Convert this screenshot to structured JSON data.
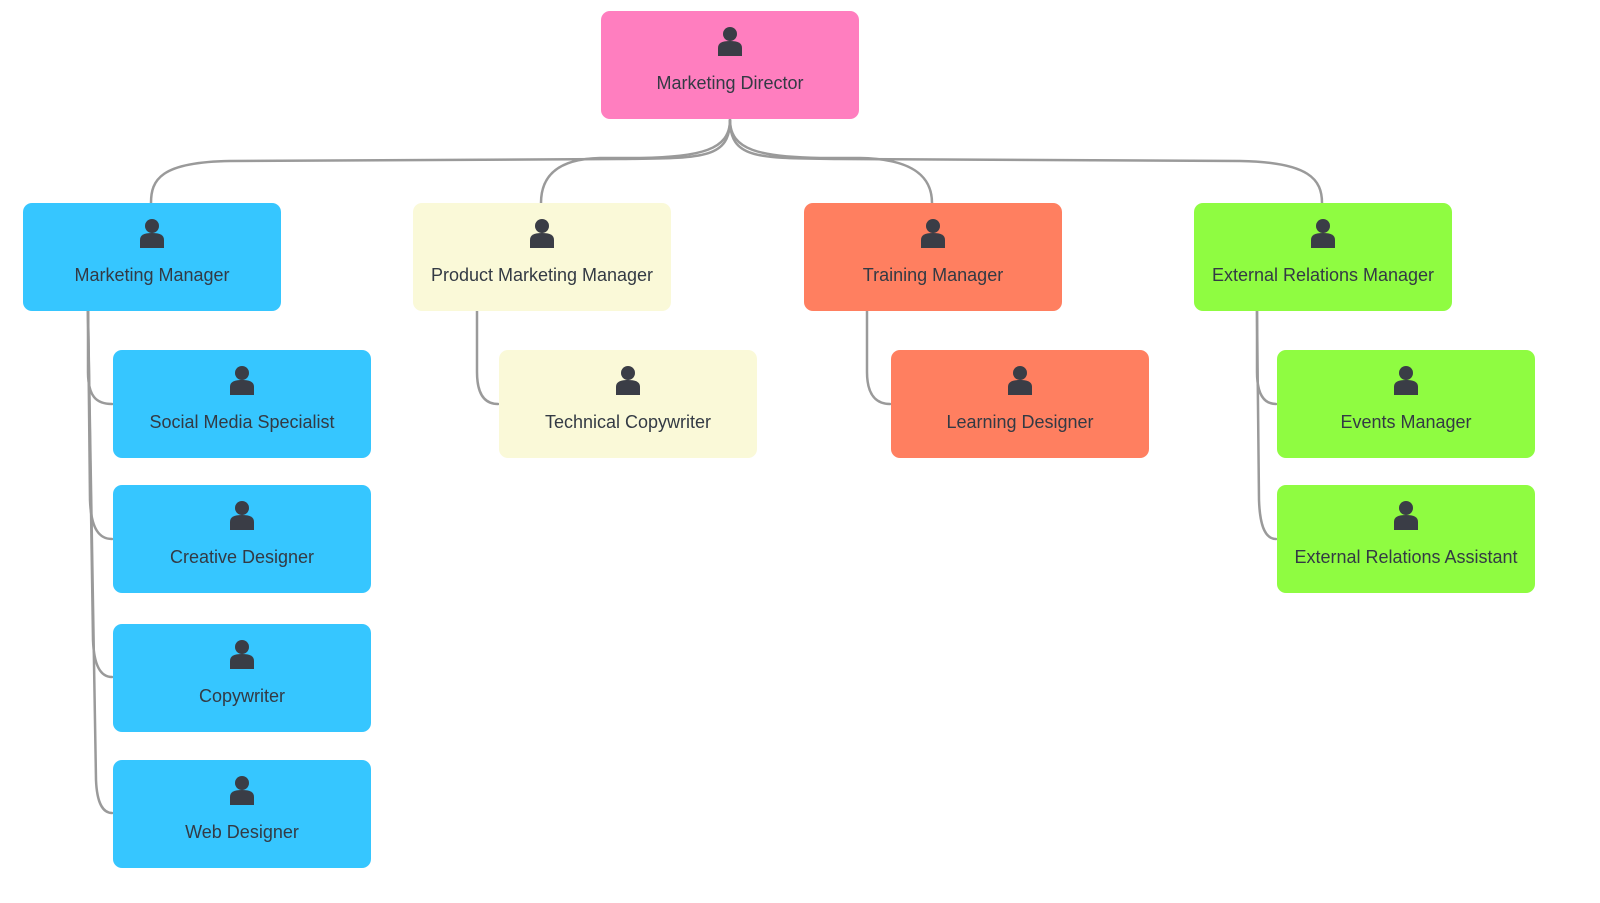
{
  "org_chart": {
    "root": {
      "label": "Marketing Director",
      "color": "#ff7ebf",
      "icon": "person-icon"
    },
    "departments": [
      {
        "label": "Marketing Manager",
        "color": "#36c6ff",
        "icon": "person-icon",
        "reports": [
          {
            "label": "Social Media Specialist",
            "icon": "person-icon"
          },
          {
            "label": "Creative Designer",
            "icon": "person-icon"
          },
          {
            "label": "Copywriter",
            "icon": "person-icon"
          },
          {
            "label": "Web Designer",
            "icon": "person-icon"
          }
        ]
      },
      {
        "label": "Product Marketing Manager",
        "color": "#faf9d8",
        "icon": "person-icon",
        "reports": [
          {
            "label": "Technical Copywriter",
            "icon": "person-icon"
          }
        ]
      },
      {
        "label": "Training Manager",
        "color": "#ff7f60",
        "icon": "person-icon",
        "reports": [
          {
            "label": "Learning Designer",
            "icon": "person-icon"
          }
        ]
      },
      {
        "label": "External Relations Manager",
        "color": "#8ffc41",
        "icon": "person-icon",
        "reports": [
          {
            "label": "Events Manager",
            "icon": "person-icon"
          },
          {
            "label": "External Relations Assistant",
            "icon": "person-icon"
          }
        ]
      }
    ],
    "connector_color": "#9a9a9a",
    "icon_color": "#3a3d46",
    "text_color": "#333a44"
  }
}
